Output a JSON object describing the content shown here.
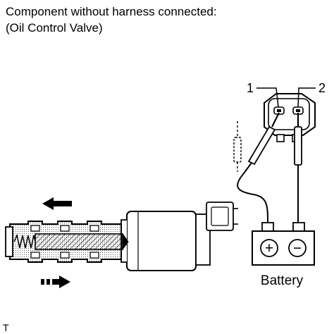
{
  "caption": {
    "line1": "Component without harness connected:",
    "line2": "(Oil Control Valve)"
  },
  "terminals": {
    "t1": "1",
    "t2": "2"
  },
  "battery": {
    "label": "Battery",
    "positive_symbol": "+",
    "negative_symbol": "−"
  },
  "footer_mark": "T",
  "icons": [
    "arrow-left-solid-icon",
    "arrow-right-dashed-icon"
  ]
}
